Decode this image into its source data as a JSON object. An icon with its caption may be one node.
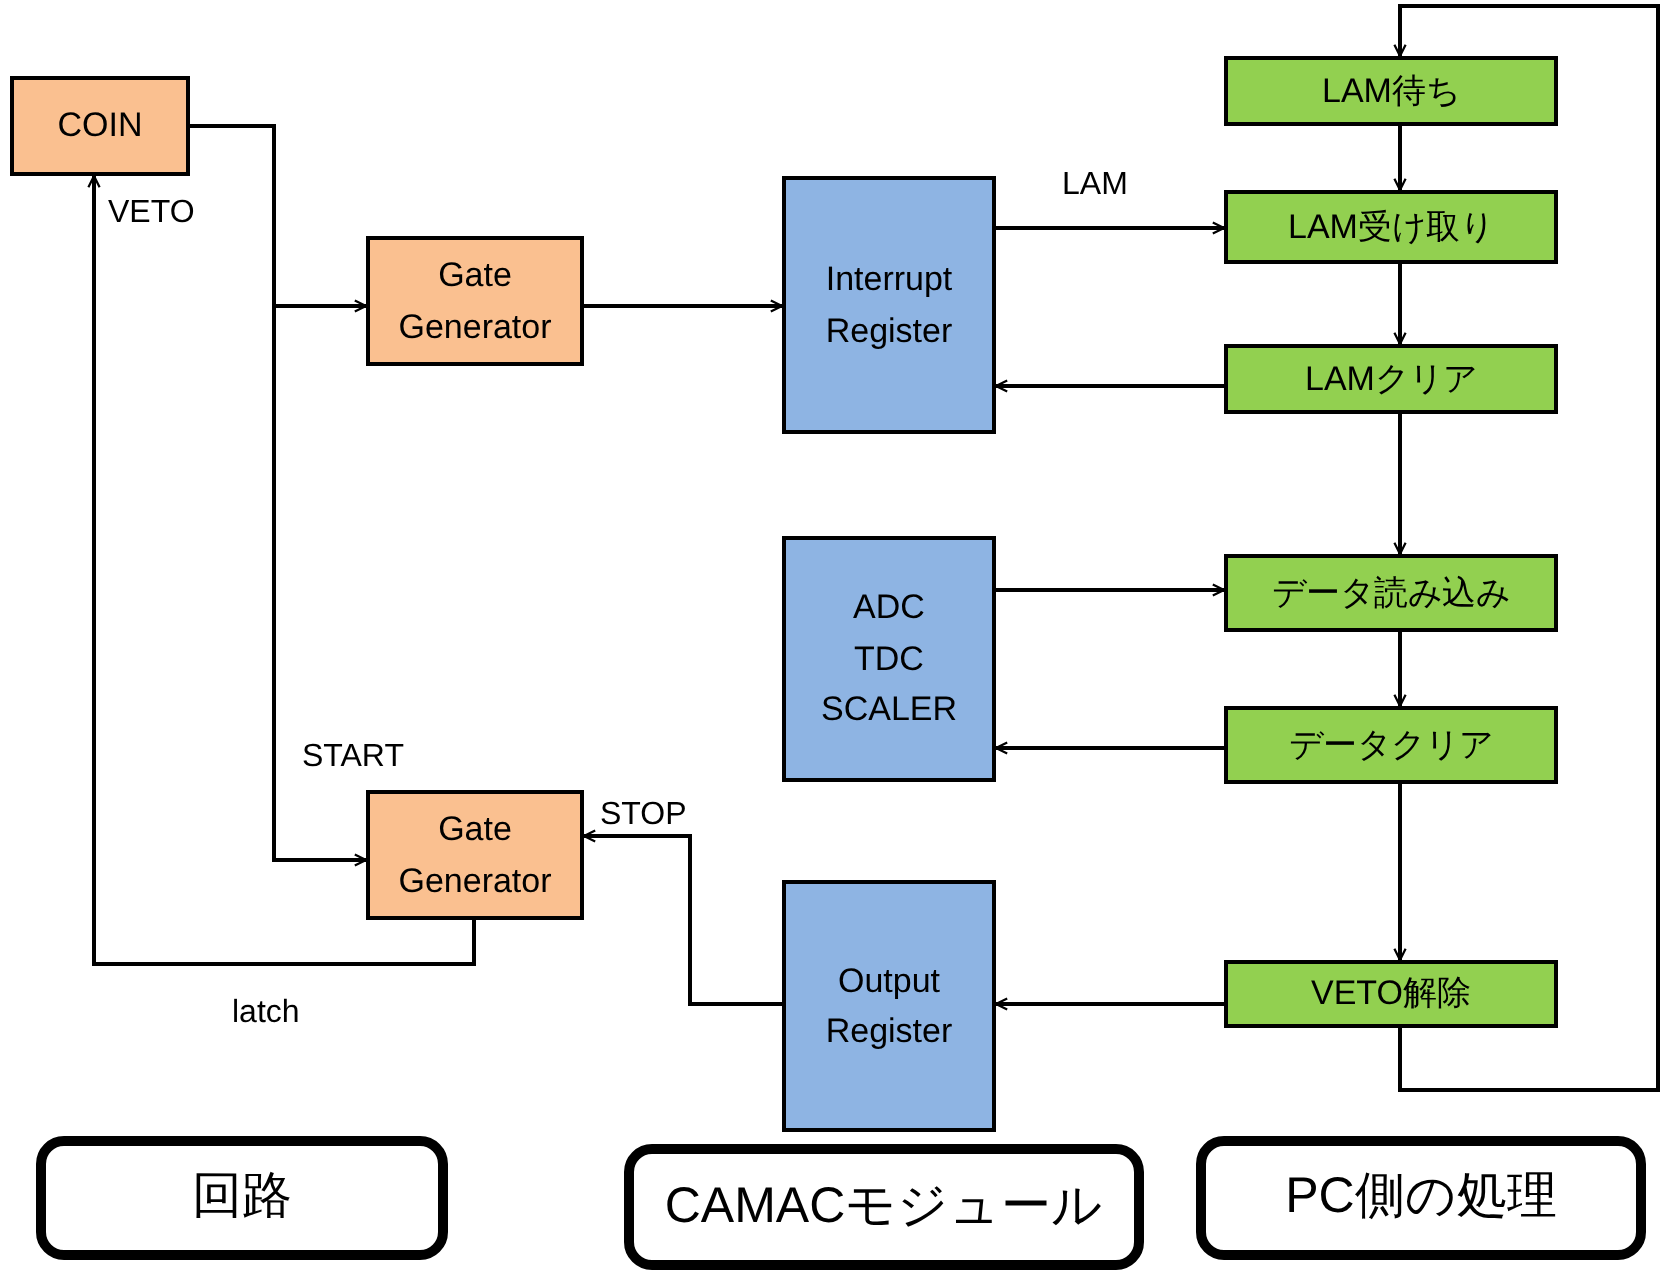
{
  "diagram": {
    "nodes": [
      {
        "text": [
          "COIN"
        ]
      },
      {
        "text": [
          "Gate Generator"
        ]
      },
      {
        "text": [
          "Interrupt Register"
        ]
      },
      {
        "text": [
          "LAM待ち"
        ]
      },
      {
        "text": [
          "LAM受け取り"
        ]
      },
      {
        "text": [
          "LAMクリア"
        ]
      },
      {
        "text": [
          "データ読み込み"
        ]
      },
      {
        "text": [
          "ADC TDC SCALER"
        ]
      },
      {
        "text": [
          "データクリア"
        ]
      },
      {
        "text": [
          "Gate Generator"
        ]
      },
      {
        "text": [
          "Output Register"
        ]
      },
      {
        "text": [
          "VETO解除"
        ]
      },
      {
        "text": [
          "回路"
        ]
      },
      {
        "text": [
          "CAMACモジュール"
        ]
      },
      {
        "text": [
          "PC側の処理"
        ]
      }
    ],
    "edges": [
      {
        "from": 0,
        "to": 1,
        "arrow": "to"
      },
      {
        "from": 0,
        "to": 9,
        "arrow": "to",
        "label": "START"
      },
      {
        "from": 1,
        "to": 2,
        "arrow": "to"
      },
      {
        "from": 2,
        "to": 4,
        "arrow": "to",
        "label": "LAM"
      },
      {
        "from": 5,
        "to": 2,
        "arrow": "to"
      },
      {
        "from": 3,
        "to": 4,
        "arrow": "to"
      },
      {
        "from": 4,
        "to": 5,
        "arrow": "to"
      },
      {
        "from": 5,
        "to": 6,
        "arrow": "to"
      },
      {
        "from": 7,
        "to": 6,
        "arrow": "to"
      },
      {
        "from": 6,
        "to": 8,
        "arrow": "to"
      },
      {
        "from": 8,
        "to": 7,
        "arrow": "to"
      },
      {
        "from": 8,
        "to": 11,
        "arrow": "to"
      },
      {
        "from": 11,
        "to": 10,
        "arrow": "to"
      },
      {
        "from": 10,
        "to": 9,
        "arrow": "to",
        "label": "STOP"
      },
      {
        "from": 9,
        "to": 0,
        "arrow": "to",
        "label": "latch"
      },
      {
        "from": 11,
        "to": 3,
        "arrow": "to"
      }
    ],
    "labels": [
      "VETO"
    ]
  }
}
